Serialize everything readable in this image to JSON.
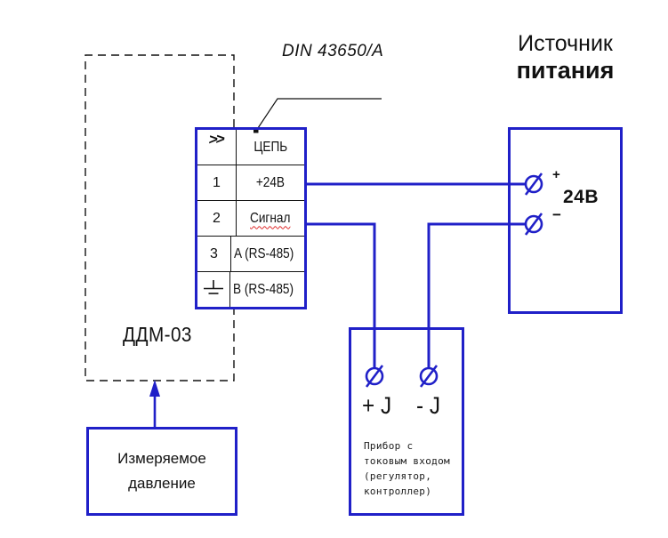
{
  "colors": {
    "line_blue": "#2020c8",
    "ink": "#111111",
    "squiggle_red": "#dd2222"
  },
  "connector": {
    "din_label": "DIN 43650/A",
    "header_pin_symbol": ">>",
    "header_circuit": "ЦЕПЬ",
    "rows": [
      {
        "pin": "1",
        "label": "+24В"
      },
      {
        "pin": "2",
        "label": "Сигнал"
      },
      {
        "pin": "3",
        "label": "A (RS-485)"
      },
      {
        "pin_icon": "earth-ground",
        "label": "B (RS-485)"
      }
    ]
  },
  "sensor": {
    "label": "ДДМ-03"
  },
  "power_source": {
    "title_line1": "Источник",
    "title_line2": "питания",
    "voltage": "24В",
    "plus_label": "+",
    "minus_label": "−"
  },
  "current_device": {
    "plus_terminal": "+ J",
    "minus_terminal": "- J",
    "description_lines": [
      "Прибор с",
      "токовым входом",
      "(регулятор,",
      "контроллер)"
    ]
  },
  "pressure_box": {
    "line1": "Измеряемое",
    "line2": "давление"
  }
}
